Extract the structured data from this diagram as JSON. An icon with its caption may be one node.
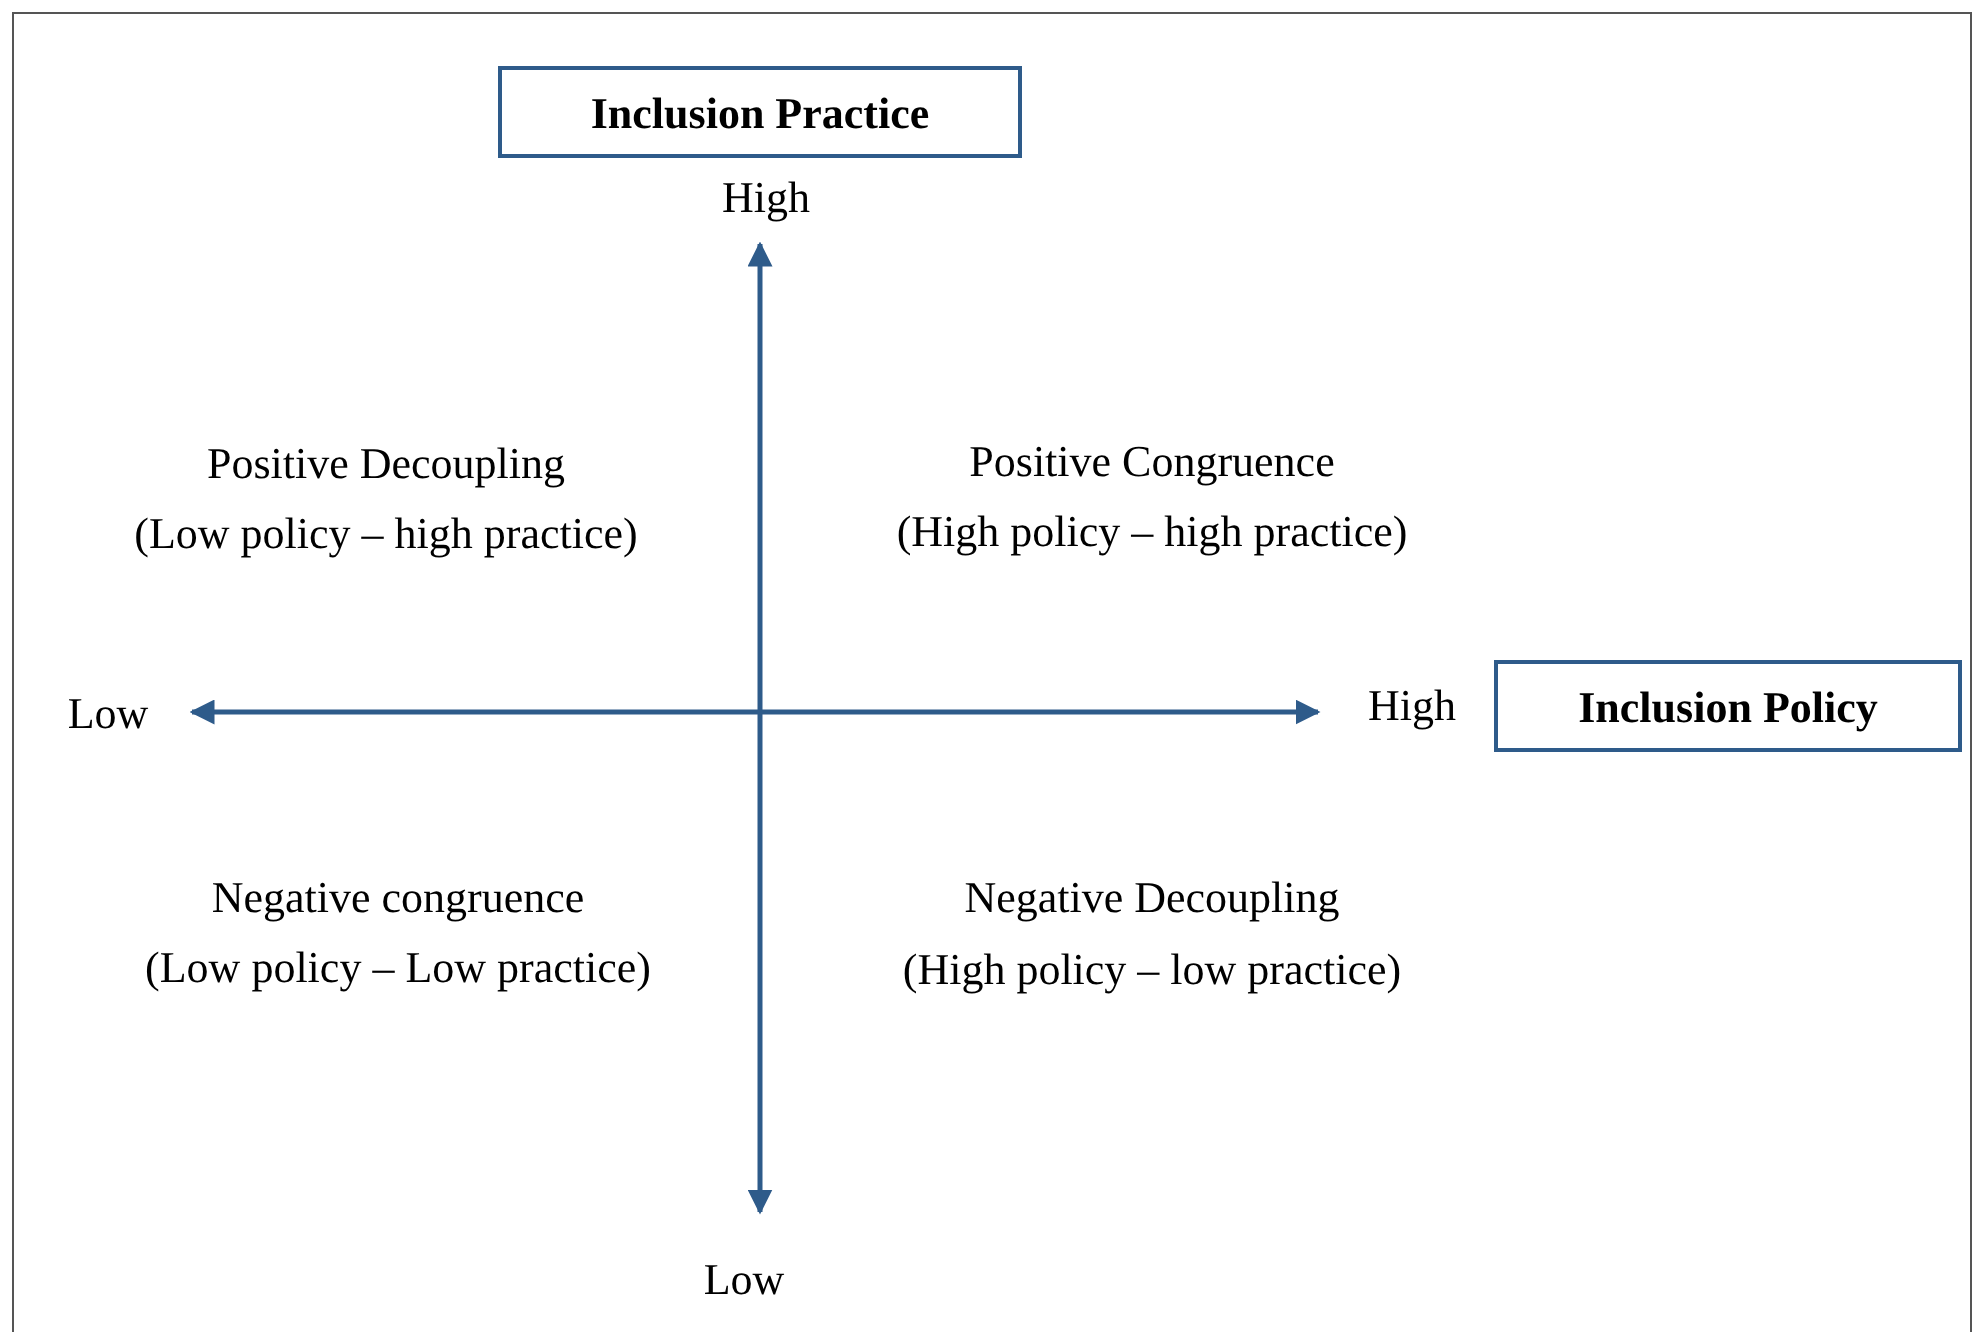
{
  "diagram": {
    "nodes": [
      {
        "text": [
          "Inclusion Practice"
        ]
      },
      {
        "text": [
          "Inclusion Policy"
        ]
      }
    ],
    "labels": [
      "High",
      "Positive Decoupling",
      "(Low policy – high practice)",
      "Positive Congruence",
      "(High policy – high practice)",
      "Low",
      "High",
      "Negative congruence",
      "(Low policy – Low practice)",
      "Negative Decoupling",
      "(High policy – low practice)",
      "Low"
    ]
  }
}
